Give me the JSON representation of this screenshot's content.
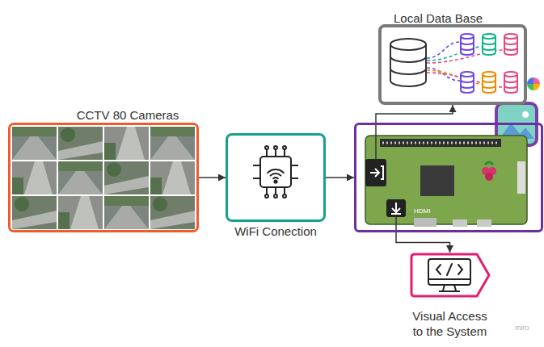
{
  "diagram": {
    "nodes": [
      {
        "text": [
          "CCTV 80 Cameras"
        ]
      },
      {
        "text": [
          "WiFi Conection"
        ]
      },
      {
        "text": [
          "HDMI"
        ]
      },
      {
        "text": [
          "Local Data Base"
        ]
      },
      {
        "text": [
          "Visual Access to the System"
        ]
      }
    ],
    "edges": [
      {
        "from": 0,
        "to": 1,
        "arrow": "to"
      },
      {
        "from": 1,
        "to": 2,
        "arrow": "to"
      },
      {
        "from": 2,
        "to": 3,
        "arrow": "to"
      },
      {
        "from": 2,
        "to": 4,
        "arrow": "to"
      }
    ],
    "labels": [
      "miro"
    ]
  }
}
